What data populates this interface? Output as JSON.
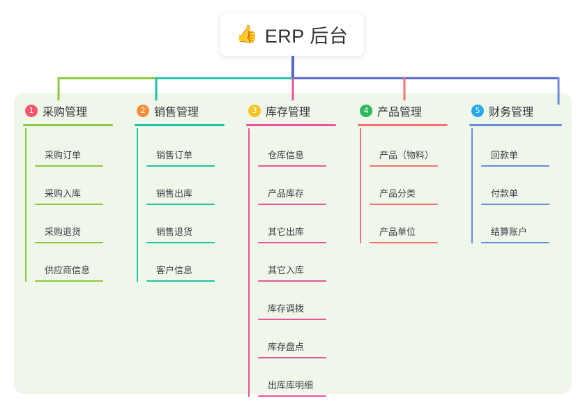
{
  "title": {
    "icon": "thumbs-up-icon",
    "emoji": "👍",
    "text": "ERP 后台"
  },
  "colors": {
    "panel_bg": "#eef7ea",
    "card_bg": "#ffffff",
    "stem": "#5566cc",
    "col1": "#8cc63f",
    "col2": "#1fc2a7",
    "col3": "#e8559c",
    "col4": "#f4716e",
    "col5": "#6b8ad8",
    "badge1": "#f4576d",
    "badge2": "#f5903a",
    "badge3": "#f7c325",
    "badge4": "#2fba5d",
    "badge5": "#29a9e5"
  },
  "columns": [
    {
      "number": "1",
      "title": "采购管理",
      "badge_color": "#f4576d",
      "line_color": "#8cc63f",
      "items": [
        {
          "label": "采购订单"
        },
        {
          "label": "采购入库"
        },
        {
          "label": "采购退货"
        },
        {
          "label": "供应商信息"
        }
      ]
    },
    {
      "number": "2",
      "title": "销售管理",
      "badge_color": "#f5903a",
      "line_color": "#1fc2a7",
      "items": [
        {
          "label": "销售订单"
        },
        {
          "label": "销售出库"
        },
        {
          "label": "销售退货"
        },
        {
          "label": "客户信息"
        }
      ]
    },
    {
      "number": "3",
      "title": "库存管理",
      "badge_color": "#f7c325",
      "line_color": "#e8559c",
      "items": [
        {
          "label": "仓库信息"
        },
        {
          "label": "产品库存"
        },
        {
          "label": "其它出库"
        },
        {
          "label": "其它入库"
        },
        {
          "label": "库存调拨"
        },
        {
          "label": "库存盘点"
        },
        {
          "label": "出库库明细"
        }
      ]
    },
    {
      "number": "4",
      "title": "产品管理",
      "badge_color": "#2fba5d",
      "line_color": "#f4716e",
      "items": [
        {
          "label": "产品（物料）"
        },
        {
          "label": "产品分类"
        },
        {
          "label": "产品单位"
        }
      ]
    },
    {
      "number": "5",
      "title": "财务管理",
      "badge_color": "#29a9e5",
      "line_color": "#6b8ad8",
      "items": [
        {
          "label": "回款单"
        },
        {
          "label": "付款单"
        },
        {
          "label": "结算账户"
        }
      ]
    }
  ]
}
